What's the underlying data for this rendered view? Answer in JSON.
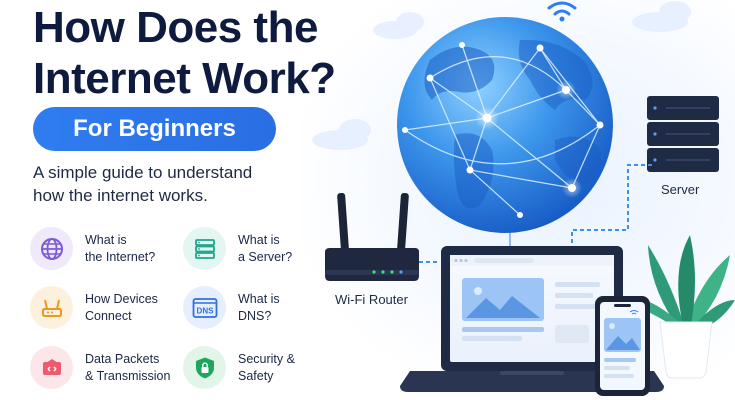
{
  "title": {
    "line1": "How Does the",
    "line2": "Internet Work?"
  },
  "badge": "For Beginners",
  "subtitle": {
    "line1": "A simple guide to understand",
    "line2": "how the internet works."
  },
  "features": [
    {
      "icon": "globe-icon",
      "line1": "What is",
      "line2": "the Internet?",
      "color": "#7b5cd6",
      "bg": "#efe9fb"
    },
    {
      "icon": "server-icon",
      "line1": "What is",
      "line2": "a Server?",
      "color": "#1fa58e",
      "bg": "#e3f6f1"
    },
    {
      "icon": "router-icon",
      "line1": "How Devices",
      "line2": "Connect",
      "color": "#e89a1f",
      "bg": "#fdf1de"
    },
    {
      "icon": "dns-icon",
      "line1": "What is",
      "line2": "DNS?",
      "color": "#2f6fe0",
      "bg": "#e6efff"
    },
    {
      "icon": "data-packet-icon",
      "line1": "Data Packets",
      "line2": "& Transmission",
      "color": "#ee5a6e",
      "bg": "#fde6ea"
    },
    {
      "icon": "shield-lock-icon",
      "line1": "Security &",
      "line2": "Safety",
      "color": "#1fa55e",
      "bg": "#e2f5e9"
    }
  ],
  "labels": {
    "server": "Server",
    "router": "Wi-Fi Router"
  },
  "dns_text": "DNS",
  "colors": {
    "accent": "#2f7df0",
    "title": "#0e1a3e",
    "globe": "#2d86e6"
  }
}
